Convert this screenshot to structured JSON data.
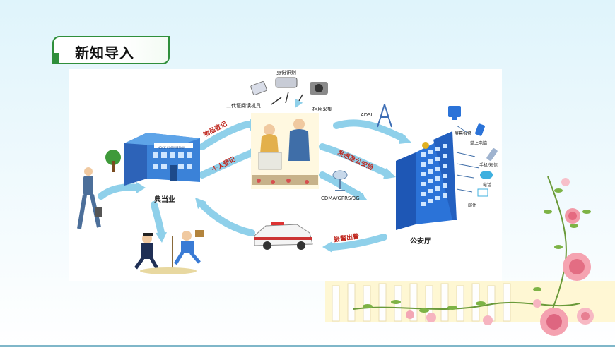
{
  "slide": {
    "title": "新知导入"
  },
  "diagram": {
    "pawnshop_label": "典当业",
    "pawnshop_sign": "HOCK COMMISSION",
    "item_registration": "物品登记",
    "personal_registration": "个人登记",
    "id_recognition": "身份识别",
    "id_card_reader": "二代证阅读机具",
    "photo_capture": "相片采集",
    "adsl": "ADSL",
    "send_to_police": "发送至公安局",
    "network": "CDMA/GPRS/3G",
    "police_station_label": "公安厅",
    "screen_alarm": "屏幕报警",
    "pda": "掌上电脑",
    "phone_sms": "手机/短信",
    "telephone": "电话",
    "email": "邮件",
    "police_dispatch": "报警出警"
  },
  "colors": {
    "arrow": "#8fd0ea",
    "accent_green": "#2f8f3b",
    "arrow_text": "#c0281f",
    "building_blue": "#2b67c7"
  }
}
